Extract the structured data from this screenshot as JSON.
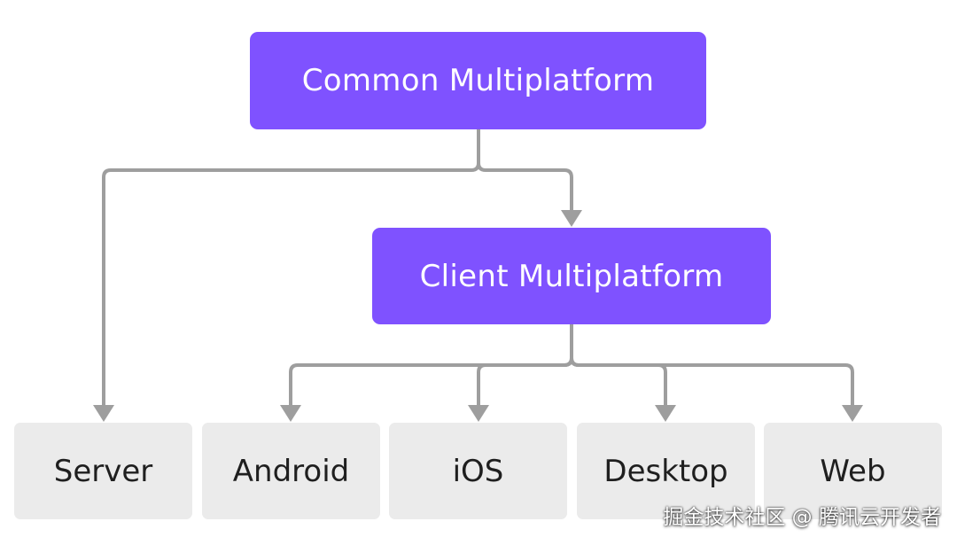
{
  "colors": {
    "primary": "#7f52ff",
    "leaf": "#ebebeb",
    "connector": "#9e9e9e"
  },
  "nodes": {
    "common": "Common Multiplatform",
    "client": "Client Multiplatform"
  },
  "leaves": {
    "server": "Server",
    "android": "Android",
    "ios": "iOS",
    "desktop": "Desktop",
    "web": "Web"
  },
  "edges": [
    {
      "from": "common",
      "to": "server"
    },
    {
      "from": "common",
      "to": "client"
    },
    {
      "from": "client",
      "to": "android"
    },
    {
      "from": "client",
      "to": "ios"
    },
    {
      "from": "client",
      "to": "desktop"
    },
    {
      "from": "client",
      "to": "web"
    }
  ],
  "watermark": "掘金技术社区 @ 腾讯云开发者"
}
